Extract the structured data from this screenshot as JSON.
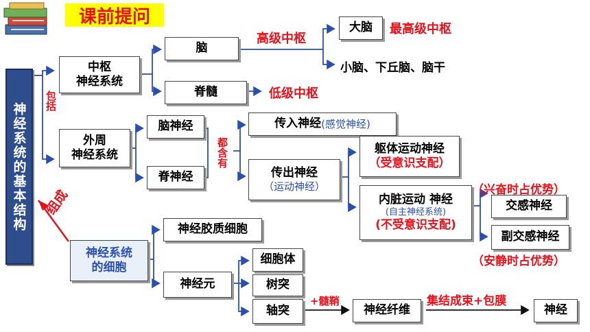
{
  "header": {
    "title": "课前提问"
  },
  "sidebar_title": "神经系统的基本结构",
  "labels": {
    "baokuo": "包括",
    "zucheng": "组成",
    "douhanyou": "都含有",
    "gaoji": "高级中枢",
    "zuigaoji": "最高级中枢",
    "diji": "低级中枢",
    "xingfen": "（兴奋时占优势）",
    "anjing": "（安静时占优势）",
    "suiqiao": "+髓鞘",
    "jijie": "集结成束+包膜"
  },
  "nodes": {
    "zhongshu": "中枢\n神经系统",
    "nao": "脑",
    "jisui": "脊髓",
    "danao": "大脑",
    "xiaonao": "小脑、下丘脑、脑干",
    "waizhou": "外周\n神经系统",
    "naoshenjing": "脑神经",
    "jishenjing": "脊神经",
    "churu_prefix": "传入神经",
    "churu_sub": "(感觉神经)",
    "chuanchu": "传出神经",
    "chuanchu_sub": "（运动神经）",
    "quti_main": "躯体运动神经",
    "quti_sub": "（受意识支配）",
    "neizang_main": "内脏运动 神经",
    "neizang_mid": "(自主神经系统)",
    "neizang_sub": "(不受意识支配)",
    "jiaogan": "交感神经",
    "fujiaogan": "副交感神经",
    "xibao": "神经系统\n的细胞",
    "jiaozhi": "神经胶质细胞",
    "shenjingyuan": "神经元",
    "xibaoti": "细胞体",
    "shutu": "树突",
    "zhoutu": "轴突",
    "xianwei": "神经纤维",
    "shenjing": "神经"
  },
  "colors": {
    "accent_red": "#e8101a",
    "sidebar_blue": "#2d4d8c",
    "header_yellow": "#ffff00",
    "wire_blue": "#2a4fb0"
  }
}
